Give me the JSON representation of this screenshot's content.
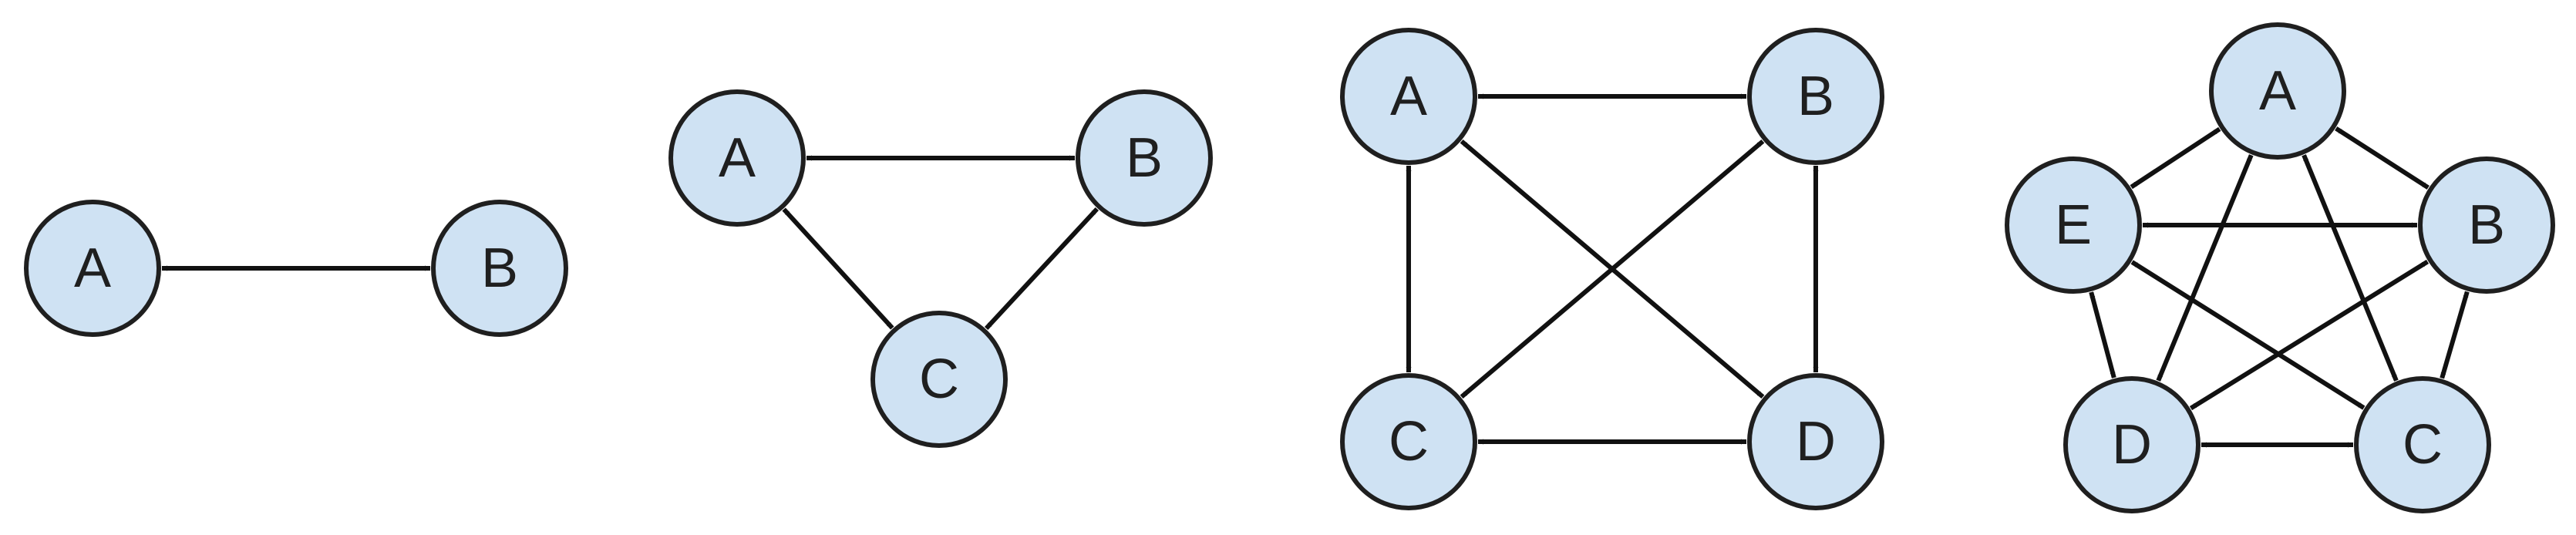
{
  "colors": {
    "node_fill": "#cfe2f3",
    "node_stroke": "#1f1f1f",
    "edge": "#111111",
    "background": "#ffffff"
  },
  "graphs": [
    {
      "id": "graph-2",
      "nodes": [
        {
          "id": "A",
          "label": "A"
        },
        {
          "id": "B",
          "label": "B"
        }
      ],
      "edges": [
        [
          "A",
          "B"
        ]
      ]
    },
    {
      "id": "graph-3",
      "nodes": [
        {
          "id": "A",
          "label": "A"
        },
        {
          "id": "B",
          "label": "B"
        },
        {
          "id": "C",
          "label": "C"
        }
      ],
      "edges": [
        [
          "A",
          "B"
        ],
        [
          "A",
          "C"
        ],
        [
          "B",
          "C"
        ]
      ]
    },
    {
      "id": "graph-4",
      "nodes": [
        {
          "id": "A",
          "label": "A"
        },
        {
          "id": "B",
          "label": "B"
        },
        {
          "id": "C",
          "label": "C"
        },
        {
          "id": "D",
          "label": "D"
        }
      ],
      "edges": [
        [
          "A",
          "B"
        ],
        [
          "A",
          "C"
        ],
        [
          "A",
          "D"
        ],
        [
          "B",
          "C"
        ],
        [
          "B",
          "D"
        ],
        [
          "C",
          "D"
        ]
      ]
    },
    {
      "id": "graph-5",
      "nodes": [
        {
          "id": "A",
          "label": "A"
        },
        {
          "id": "B",
          "label": "B"
        },
        {
          "id": "C",
          "label": "C"
        },
        {
          "id": "D",
          "label": "D"
        },
        {
          "id": "E",
          "label": "E"
        }
      ],
      "edges": [
        [
          "A",
          "B"
        ],
        [
          "A",
          "C"
        ],
        [
          "A",
          "D"
        ],
        [
          "A",
          "E"
        ],
        [
          "B",
          "C"
        ],
        [
          "B",
          "D"
        ],
        [
          "B",
          "E"
        ],
        [
          "C",
          "D"
        ],
        [
          "C",
          "E"
        ],
        [
          "D",
          "E"
        ]
      ]
    }
  ]
}
